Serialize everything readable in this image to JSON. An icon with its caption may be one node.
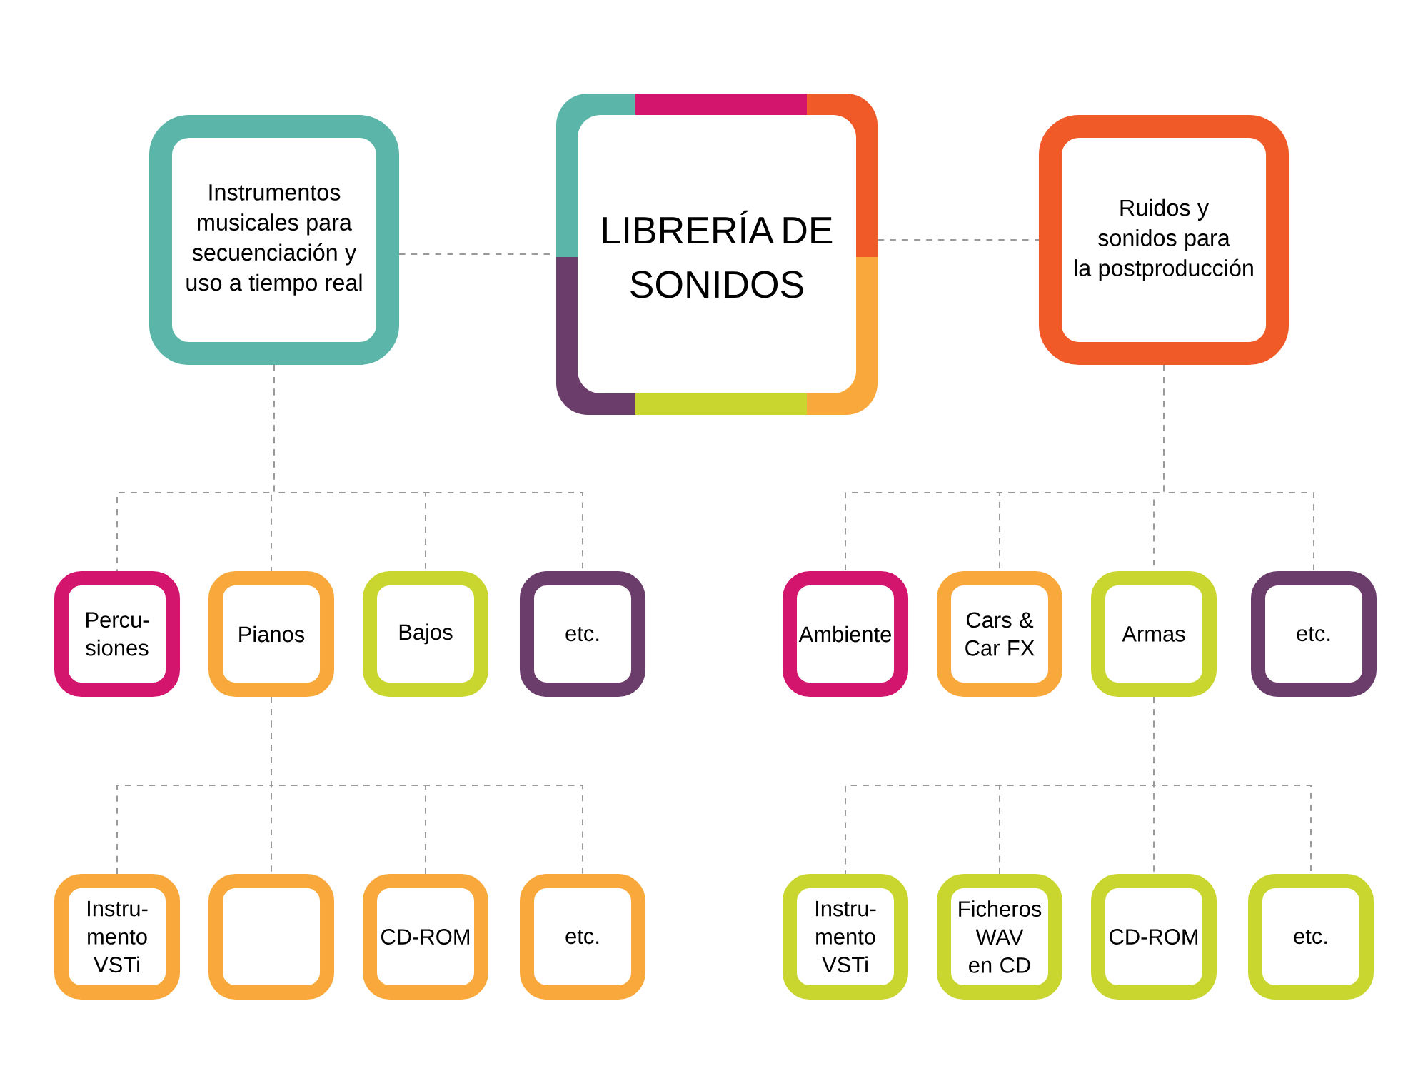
{
  "diagram": {
    "nodes": [
      {
        "text": [
          "Instrumentos musicales para secuenciación y uso a tiempo real"
        ]
      },
      {
        "text": [
          "LIBRERÍA DE SONIDOS"
        ]
      },
      {
        "text": [
          "Ruidos y sonidos para la postproducción"
        ]
      },
      {
        "text": [
          "Percu-siones"
        ]
      },
      {
        "text": [
          "Pianos"
        ]
      },
      {
        "text": [
          "Bajos"
        ]
      },
      {
        "text": [
          "etc."
        ]
      },
      {
        "text": [
          "Ambiente"
        ]
      },
      {
        "text": [
          "Cars & Car FX"
        ]
      },
      {
        "text": [
          "Armas"
        ]
      },
      {
        "text": [
          "etc."
        ]
      },
      {
        "text": [
          "Instru-mento VSTi"
        ]
      },
      {
        "text": [],
        "shape": "box"
      },
      {
        "text": [
          "CD-ROM"
        ]
      },
      {
        "text": [
          "etc."
        ]
      },
      {
        "text": [
          "Instru-mento VSTi"
        ]
      },
      {
        "text": [
          "Ficheros WAV en CD"
        ]
      },
      {
        "text": [
          "CD-ROM"
        ]
      },
      {
        "text": [
          "etc."
        ]
      }
    ],
    "edges": [
      {
        "from": 0,
        "to": 1,
        "arrow": "none",
        "style": "dashed"
      },
      {
        "from": 1,
        "to": 2,
        "arrow": "none",
        "style": "dashed"
      },
      {
        "from": 0,
        "to": 3,
        "arrow": "none",
        "style": "dashed"
      },
      {
        "from": 0,
        "to": 4,
        "arrow": "none",
        "style": "dashed"
      },
      {
        "from": 0,
        "to": 5,
        "arrow": "none",
        "style": "dashed"
      },
      {
        "from": 0,
        "to": 6,
        "arrow": "none",
        "style": "dashed"
      },
      {
        "from": 2,
        "to": 7,
        "arrow": "none",
        "style": "dashed"
      },
      {
        "from": 2,
        "to": 8,
        "arrow": "none",
        "style": "dashed"
      },
      {
        "from": 2,
        "to": 9,
        "arrow": "none",
        "style": "dashed"
      },
      {
        "from": 2,
        "to": 10,
        "arrow": "none",
        "style": "dashed"
      },
      {
        "from": 4,
        "to": 11,
        "arrow": "none",
        "style": "dashed"
      },
      {
        "from": 4,
        "to": 12,
        "arrow": "none",
        "style": "dashed"
      },
      {
        "from": 4,
        "to": 13,
        "arrow": "none",
        "style": "dashed"
      },
      {
        "from": 4,
        "to": 14,
        "arrow": "none",
        "style": "dashed"
      },
      {
        "from": 9,
        "to": 15,
        "arrow": "none",
        "style": "dashed"
      },
      {
        "from": 9,
        "to": 16,
        "arrow": "none",
        "style": "dashed"
      },
      {
        "from": 9,
        "to": 17,
        "arrow": "none",
        "style": "dashed"
      },
      {
        "from": 9,
        "to": 18,
        "arrow": "none",
        "style": "dashed"
      }
    ]
  }
}
